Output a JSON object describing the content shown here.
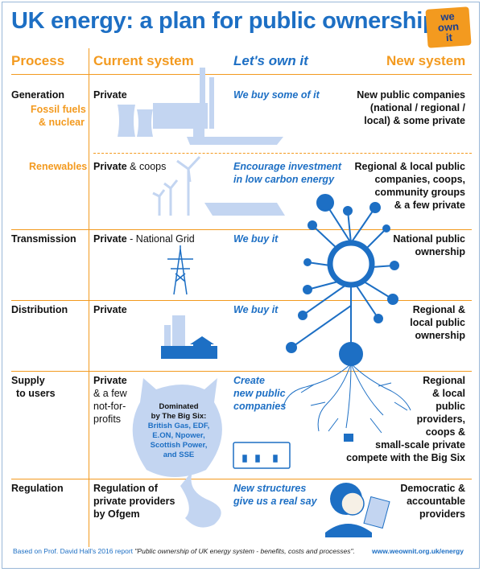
{
  "header": {
    "title": "UK energy: a plan for public ownership",
    "logo_text": "we own it"
  },
  "columns": {
    "process": "Process",
    "current": "Current system",
    "own": "Let's own it",
    "new": "New system"
  },
  "rows": {
    "generation": {
      "process": "Generation",
      "sub1": "Fossil fuels",
      "sub2": "& nuclear",
      "current": "Private",
      "own": "We buy some of it",
      "new1": "New public companies",
      "new2": "(national / regional /",
      "new3": "local) & some private"
    },
    "renewables": {
      "process": "Renewables",
      "current_bold": "Private",
      "current_rest": " & coops",
      "own1": "Encourage investment",
      "own2": "in low carbon energy",
      "new1": "Regional & local public",
      "new2": "companies, coops,",
      "new3": "community groups",
      "new4": "& a few private"
    },
    "transmission": {
      "process": "Transmission",
      "current_bold": "Private",
      "current_rest": " - National Grid",
      "own": "We buy it",
      "new1": "National public",
      "new2": "ownership"
    },
    "distribution": {
      "process": "Distribution",
      "current": "Private",
      "own": "We buy it",
      "new1": "Regional &",
      "new2": "local public",
      "new3": "ownership"
    },
    "supply": {
      "process1": "Supply",
      "process2": "to users",
      "cur1": "Private",
      "cur2": "& a few",
      "cur3": "not-for-",
      "cur4": "profits",
      "own1": "Create",
      "own2": "new public",
      "own3": "companies",
      "new1": "Regional",
      "new2": "& local",
      "new3": "public",
      "new4": "providers,",
      "new5": "coops &",
      "new6": "small-scale private",
      "new7": "compete with the Big Six"
    },
    "regulation": {
      "process": "Regulation",
      "cur1": "Regulation of",
      "cur2": "private providers",
      "cur3": "by Ofgem",
      "own1": "New structures",
      "own2": "give us a real say",
      "new1": "Democratic &",
      "new2": "accountable",
      "new3": "providers"
    }
  },
  "big_six": {
    "line1": "Dominated",
    "line2_pre": "by ",
    "line2_bold": "The Big Six:",
    "names1": "British Gas, EDF,",
    "names2": "E.ON, Npower,",
    "names3": "Scottish Power,",
    "names4": "and SSE"
  },
  "footer": {
    "prefix": "Based on Prof. David Hall's 2016 report ",
    "report": "\"Public ownership of UK energy system - benefits, costs and processes\".",
    "url": "www.weownit.org.uk/energy"
  },
  "colors": {
    "blue": "#1d6fc4",
    "orange": "#f39a1f",
    "light_blue": "#aac8ee"
  },
  "icons": [
    "power-station-icon",
    "tanker-ship-icon",
    "wind-turbine-icon",
    "solar-panel-icon",
    "pylon-icon",
    "factory-icon",
    "house-icon",
    "fat-cat-icon",
    "plug-socket-icon",
    "woman-clipboard-icon",
    "network-tree-icon"
  ]
}
